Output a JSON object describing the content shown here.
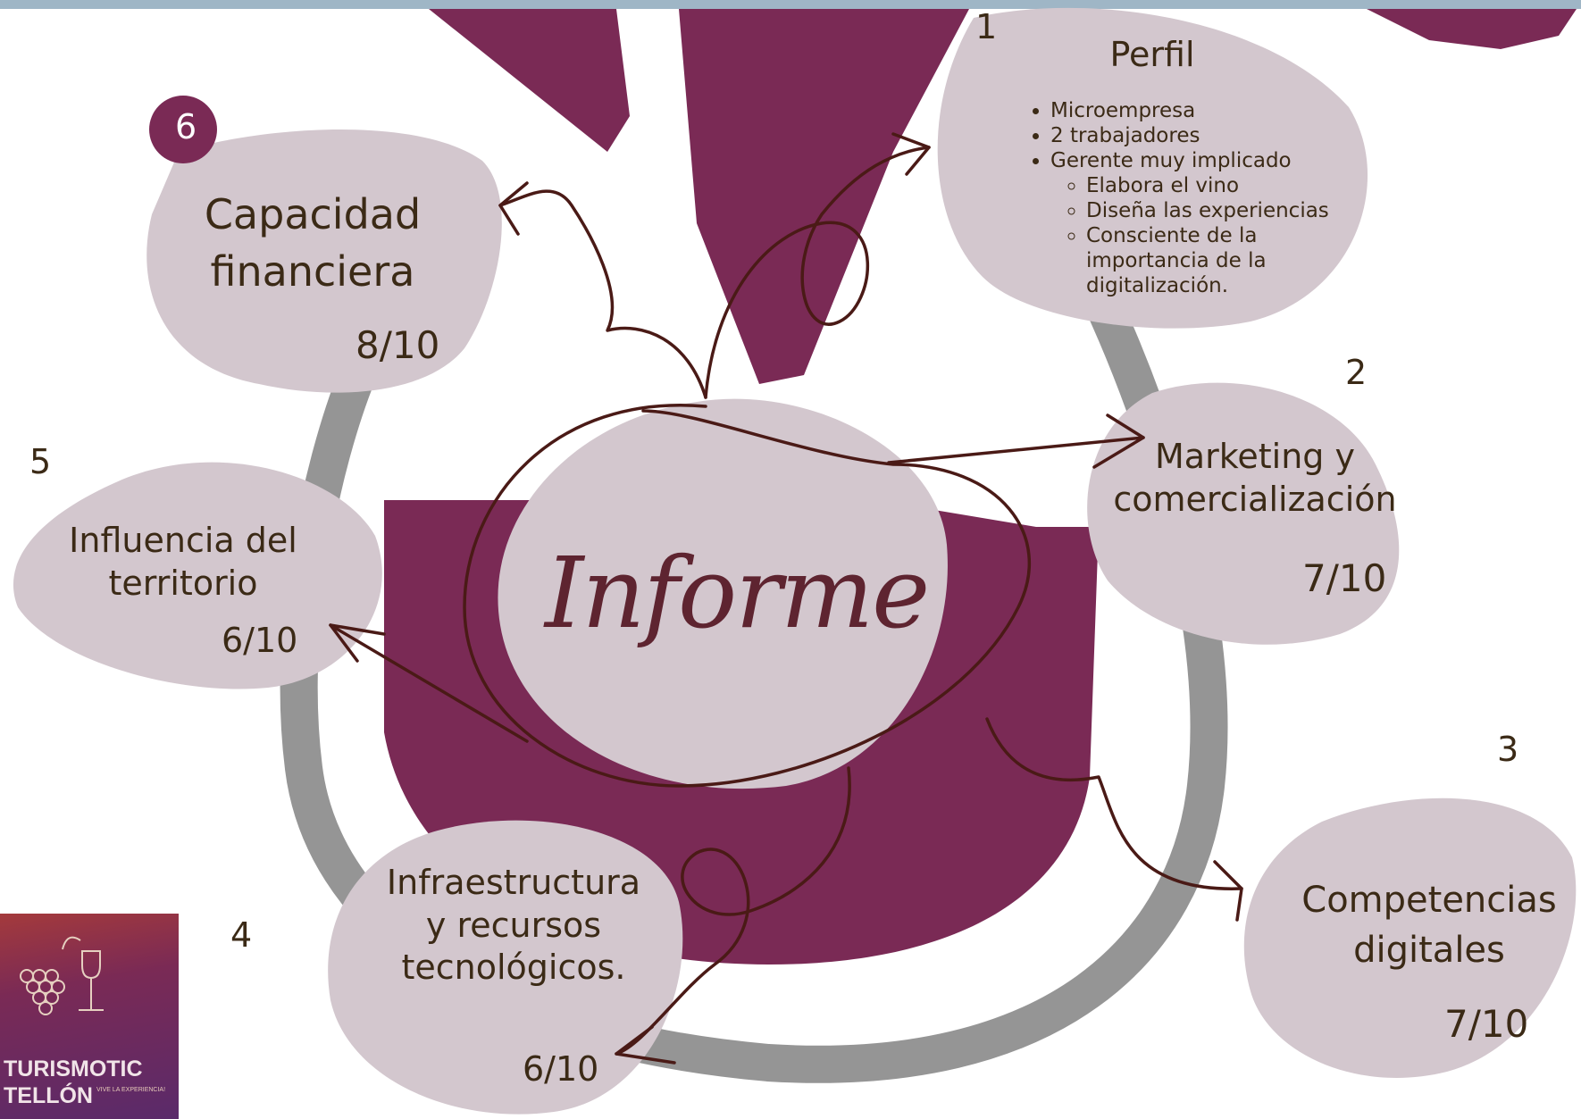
{
  "central": {
    "label": "Informe"
  },
  "nodes": [
    {
      "id": "perfil",
      "number": "1",
      "title": "Perfil",
      "items": [
        {
          "text": "Microempresa"
        },
        {
          "text": "2 trabajadores"
        },
        {
          "text": "Gerente muy implicado",
          "subitems": [
            "Elabora el vino",
            "Diseña las experiencias",
            "Consciente de la importancia de la digitalización."
          ]
        }
      ]
    },
    {
      "id": "marketing",
      "number": "2",
      "title": "Marketing y comercialización",
      "score": "7/10"
    },
    {
      "id": "competencias",
      "number": "3",
      "title": "Competencias digitales",
      "score": "7/10"
    },
    {
      "id": "infraestructura",
      "number": "4",
      "title": "Infraestructura y recursos tecnológicos.",
      "score": "6/10"
    },
    {
      "id": "territorio",
      "number": "5",
      "title": "Influencia del territorio",
      "score": "6/10"
    },
    {
      "id": "capacidad",
      "number": "6",
      "title": "Capacidad financiera",
      "score": "8/10"
    }
  ],
  "logo": {
    "line1": "TURISMOTIC",
    "line2": "TELLÓN",
    "tagline": "VIVE LA EXPERIENCIA!"
  },
  "colors": {
    "blob": "#d3c7ce",
    "wine": "#7a2a55",
    "glass": "#8a8a8a",
    "arrow": "#4a1a16",
    "text": "#3b2a16"
  }
}
